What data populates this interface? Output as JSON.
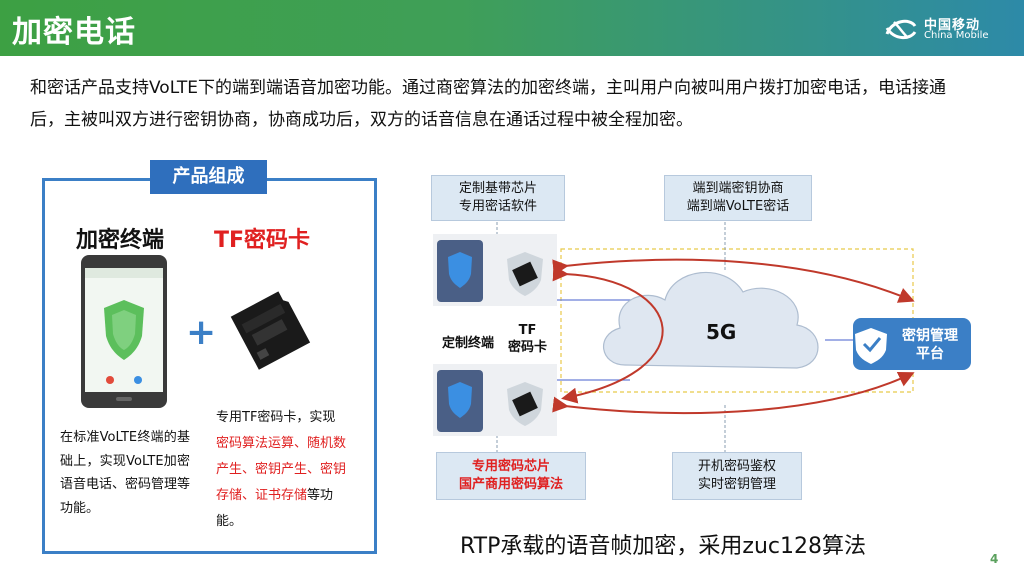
{
  "header": {
    "title": "加密电话",
    "logo_cn": "中国移动",
    "logo_en": "China Mobile"
  },
  "intro": "和密话产品支持VoLTE下的端到端语音加密功能。通过商密算法的加密终端，主叫用户向被叫用户拨打加密电话，电话接通后，主被叫双方进行密钥协商，协商成功后，双方的话音信息在通话过程中被全程加密。",
  "product_panel": {
    "tag": "产品组成",
    "terminal_label": "加密终端",
    "tfcard_label": "TF密码卡",
    "plus": "+",
    "left_desc": "在标准VoLTE终端的基础上，实现VoLTE加密语音电话、密码管理等功能。",
    "right_desc": {
      "prefix": "专用TF密码卡，实现",
      "highlight1": "密码算法运算、随机数产生、密钥产生、密钥存储、证书存储",
      "suffix": "等功能。"
    }
  },
  "diagram": {
    "top_box_left": [
      "定制基带芯片",
      "专用密话软件"
    ],
    "top_box_right": [
      "端到端密钥协商",
      "端到端VoLTE密话"
    ],
    "terminal_label": "定制终端",
    "tf_label": [
      "TF",
      "密码卡"
    ],
    "cloud_label": "5G",
    "kms_label": [
      "密钥管理",
      "平台"
    ],
    "bottom_box_left": [
      "专用密码芯片",
      "国产商用密码算法"
    ],
    "bottom_box_right": [
      "开机密码鉴权",
      "实时密钥管理"
    ]
  },
  "caption": "RTP承载的语音帧加密，采用zuc128算法",
  "page_number": "4",
  "colors": {
    "header_green": "#3da043",
    "accent_blue": "#2f6fbd",
    "highlight_red": "#e02020",
    "arrow_red": "#c0392b"
  }
}
